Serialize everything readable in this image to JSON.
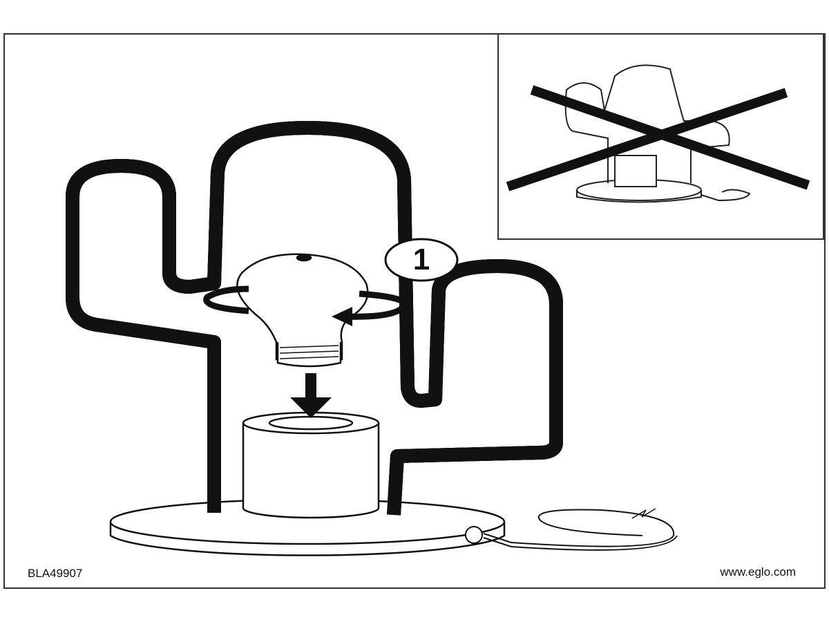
{
  "footer": {
    "model_code": "BLA49907",
    "website": "www.eglo.com"
  },
  "step": {
    "number": "1"
  },
  "icons": [
    "cactus-lamp-illustration",
    "bulb-icon",
    "rotate-arrow-icon",
    "down-arrow-icon",
    "cross-out-icon",
    "plug-icon"
  ],
  "colors": {
    "line": "#111111",
    "background": "#ffffff"
  }
}
